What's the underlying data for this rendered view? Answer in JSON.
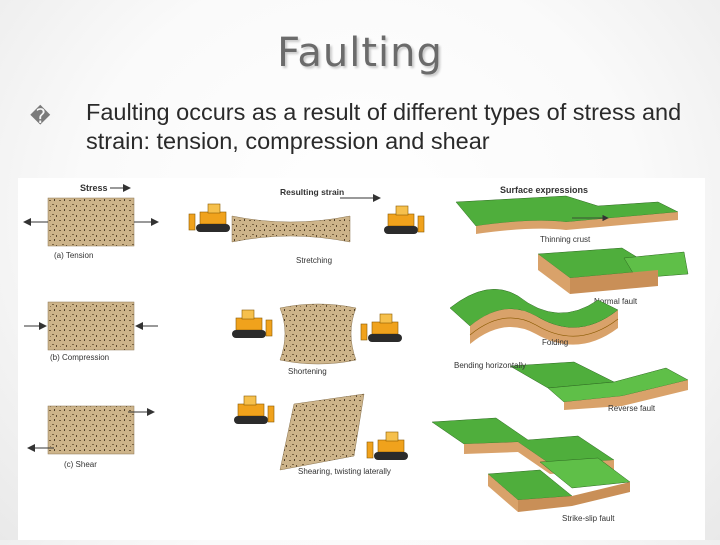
{
  "slide": {
    "title": "Faulting",
    "bullet_icon": "square-bullet-icon",
    "bullet_text": "Faulting occurs as a result of different types of stress and strain: tension, compression and shear"
  },
  "figure": {
    "headers": {
      "stress": "Stress",
      "strain": "Resulting strain",
      "surface": "Surface expressions"
    },
    "rows": [
      {
        "stress_label": "(a) Tension",
        "strain_label": "Stretching"
      },
      {
        "stress_label": "(b) Compression",
        "strain_label": "Shortening"
      },
      {
        "stress_label": "(c) Shear",
        "strain_label": "Shearing, twisting laterally"
      }
    ],
    "surface_labels": {
      "thinning": "Thinning crust",
      "normal": "Normal fault",
      "folding": "Folding",
      "bending": "Bending horizontally",
      "reverse": "Reverse fault",
      "strike": "Strike-slip fault"
    },
    "colors": {
      "rock": "#cdb48a",
      "grass": "#4fae3c",
      "crust": "#d9a26a",
      "bulldozer": "#f0a21c"
    }
  }
}
